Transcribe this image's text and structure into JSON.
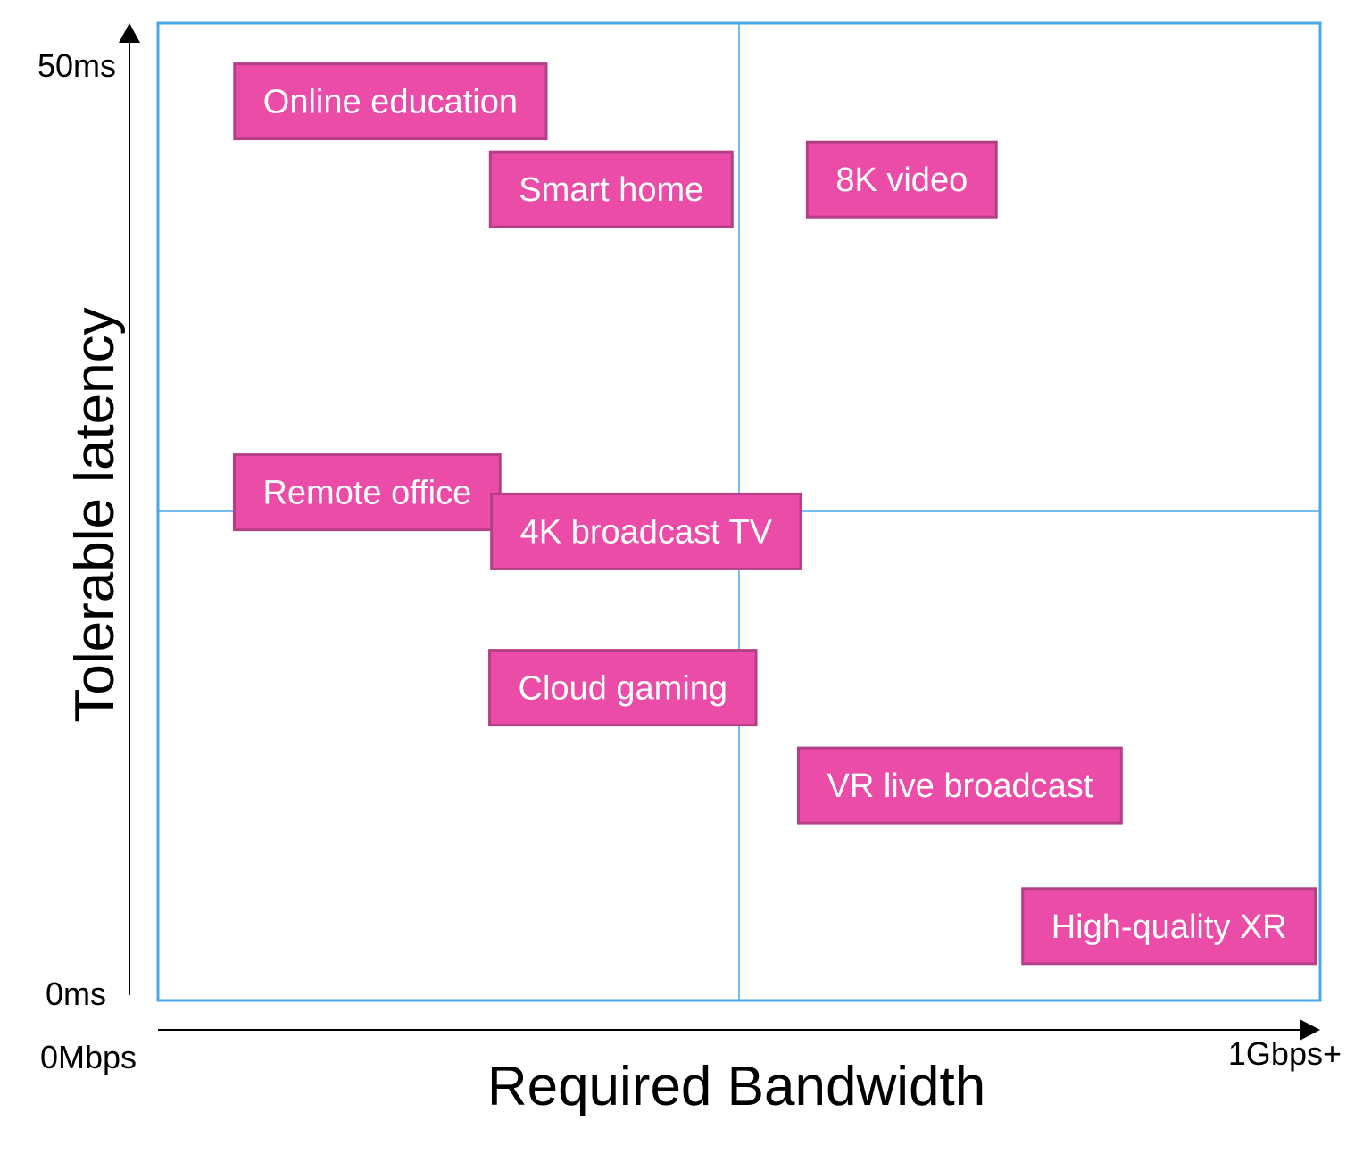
{
  "chart_data": {
    "type": "scatter",
    "title": "",
    "xlabel": "Required Bandwidth",
    "ylabel": "Tolerable latency",
    "x_tick_labels": {
      "min": "0Mbps",
      "max": "1Gbps+"
    },
    "y_tick_labels": {
      "min": "0ms",
      "max": "50ms"
    },
    "xlim": [
      0,
      1
    ],
    "ylim": [
      0,
      50
    ],
    "quadrant_divider": {
      "x": 0.5,
      "y": 25
    },
    "grid": false,
    "points": [
      {
        "label": "Online education",
        "x": 0.2,
        "y": 46
      },
      {
        "label": "Smart home",
        "x": 0.39,
        "y": 41.5
      },
      {
        "label": "8K video",
        "x": 0.64,
        "y": 42
      },
      {
        "label": "Remote office",
        "x": 0.18,
        "y": 26
      },
      {
        "label": "4K broadcast TV",
        "x": 0.42,
        "y": 24
      },
      {
        "label": "Cloud gaming",
        "x": 0.4,
        "y": 16
      },
      {
        "label": "VR live broadcast",
        "x": 0.69,
        "y": 11
      },
      {
        "label": "High-quality XR",
        "x": 0.87,
        "y": 3.8
      }
    ]
  },
  "colors": {
    "box_fill": "#eb4ca8",
    "box_border": "#b43f86",
    "frame": "#4aa8e8",
    "axis": "#000000",
    "label_text": "#ffffff"
  }
}
